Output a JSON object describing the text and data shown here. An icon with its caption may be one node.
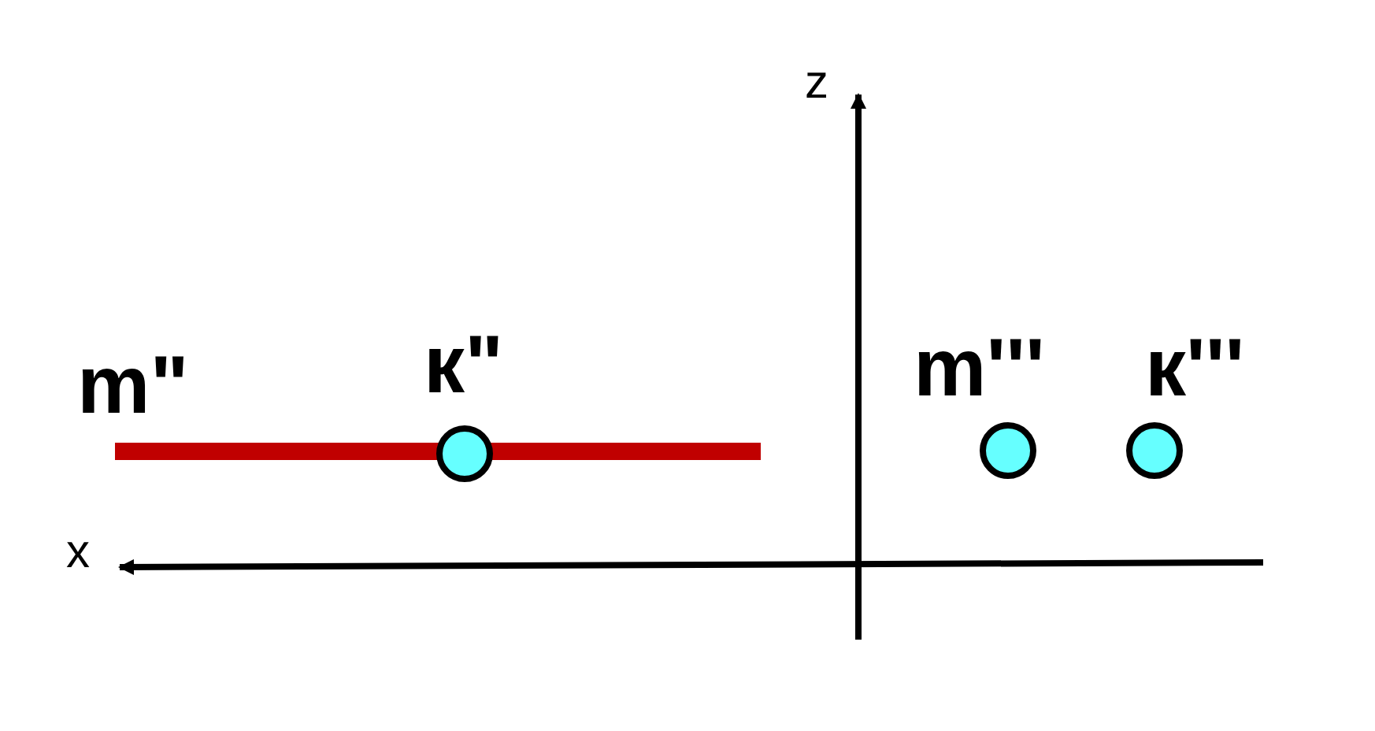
{
  "diagram": {
    "nodes": [
      {
        "text": [],
        "shape": "bar",
        "beside": [
          "m\""
        ]
      },
      {
        "text": [],
        "shape": "circle",
        "beside": [
          "к\""
        ]
      },
      {
        "text": [],
        "shape": "circle",
        "beside": [
          "m'''"
        ]
      },
      {
        "text": [],
        "shape": "circle",
        "beside": [
          "к'''"
        ]
      }
    ],
    "labels": [
      "z",
      "x"
    ]
  }
}
